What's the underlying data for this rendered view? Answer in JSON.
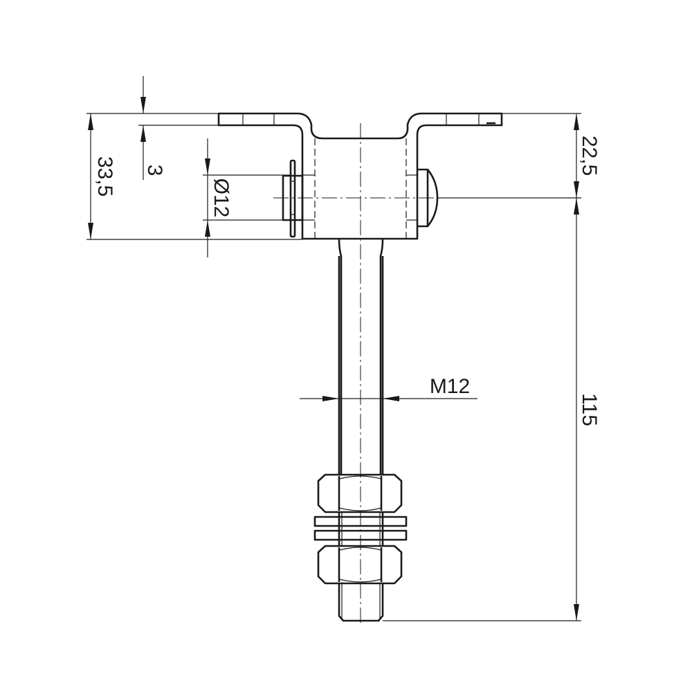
{
  "dimensions": {
    "flange_thickness": "3",
    "bracket_height": "33,5",
    "hole_diameter": "Ø12",
    "top_to_axis": "22,5",
    "axis_to_bolt_end": "115",
    "thread_size": "M12"
  }
}
